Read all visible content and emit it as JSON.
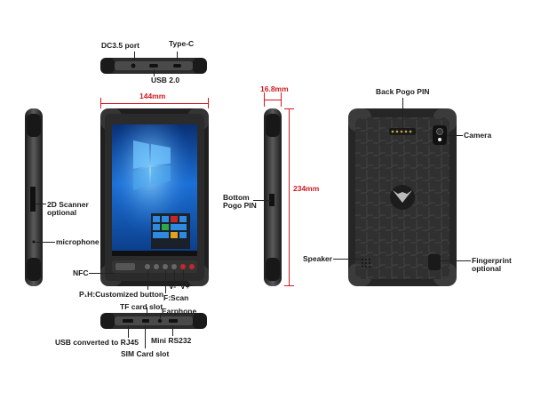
{
  "labels": {
    "dc_port": "DC3.5 port",
    "type_c": "Type-C",
    "usb20": "USB 2.0",
    "scanner_line1": "2D Scanner",
    "scanner_line2": "optional",
    "microphone": "microphone",
    "nfc": "NFC",
    "ph_button": "P₁H:Customized button",
    "v_minus": "V-",
    "v_plus": "V+",
    "f_scan": "F:Scan",
    "tf_slot": "TF card slot",
    "earphone": "Earphone",
    "usb_rj45": "USB converted to RJ45",
    "mini_rs232": "Mini RS232",
    "sim_slot": "SIM Card slot",
    "bottom_pogo_line1": "Bottom",
    "bottom_pogo_line2": "Pogo PIN",
    "back_pogo": "Back Pogo PIN",
    "camera": "Camera",
    "speaker": "Speaker",
    "fingerprint_line1": "Fingerprint",
    "fingerprint_line2": "optional"
  },
  "dimensions": {
    "width": "144mm",
    "thickness": "16.8mm",
    "height": "234mm"
  },
  "colors": {
    "dimension": "#d0191f",
    "body_dark": "#2b2b2b",
    "bumper": "#3a3a3a",
    "screen_blue": "#1b6fd6",
    "button_red": "#c4262d"
  },
  "icons": {
    "brand_logo": "bull-head-logo"
  }
}
